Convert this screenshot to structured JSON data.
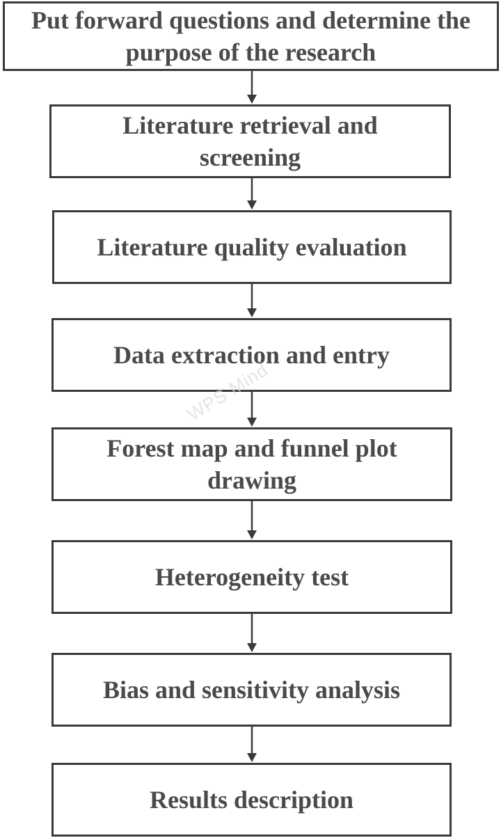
{
  "steps": [
    "Put forward questions and determine the purpose of the research",
    "Literature retrieval and screening",
    "Literature quality evaluation",
    "Data extraction and entry",
    "Forest map and funnel plot drawing",
    "Heterogeneity test",
    "Bias and sensitivity analysis",
    "Results description"
  ],
  "watermark": "WPS Mind",
  "colors": {
    "border": "#3a3a3a",
    "text": "#4a4a4a",
    "arrow": "#3a3a3a"
  }
}
